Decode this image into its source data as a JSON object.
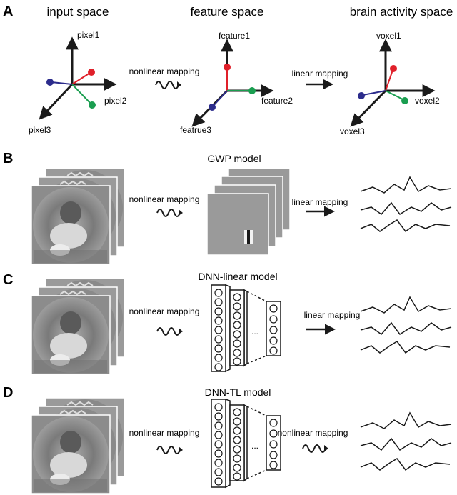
{
  "panels": {
    "A": {
      "letter": "A",
      "spaces": [
        {
          "title": "input space",
          "axes": [
            "pixel1",
            "pixel2",
            "pixel3"
          ]
        },
        {
          "title": "feature space",
          "axes": [
            "feature1",
            "feature2",
            "featrue3"
          ]
        },
        {
          "title": "brain activity space",
          "axes": [
            "voxel1",
            "voxel2",
            "voxel3"
          ]
        }
      ],
      "mapping1": "nonlinear mapping",
      "mapping2": "linear mapping"
    },
    "B": {
      "letter": "B",
      "model": "GWP model",
      "mapping1": "nonlinear mapping",
      "mapping2": "linear mapping"
    },
    "C": {
      "letter": "C",
      "model": "DNN-linear model",
      "mapping1": "nonlinear mapping",
      "mapping2": "linear mapping",
      "ellipsis": "..."
    },
    "D": {
      "letter": "D",
      "model": "DNN-TL model",
      "mapping1": "nonlinear mapping",
      "mapping2": "nonlinear mapping",
      "ellipsis": "..."
    }
  },
  "colors": {
    "red": "#e0202a",
    "green": "#1a9e50",
    "blue": "#2c2c8c",
    "axis": "#1a1a1a",
    "photo_bg": "#8a8a8a",
    "gabor_bg": "#9a9a9a"
  }
}
